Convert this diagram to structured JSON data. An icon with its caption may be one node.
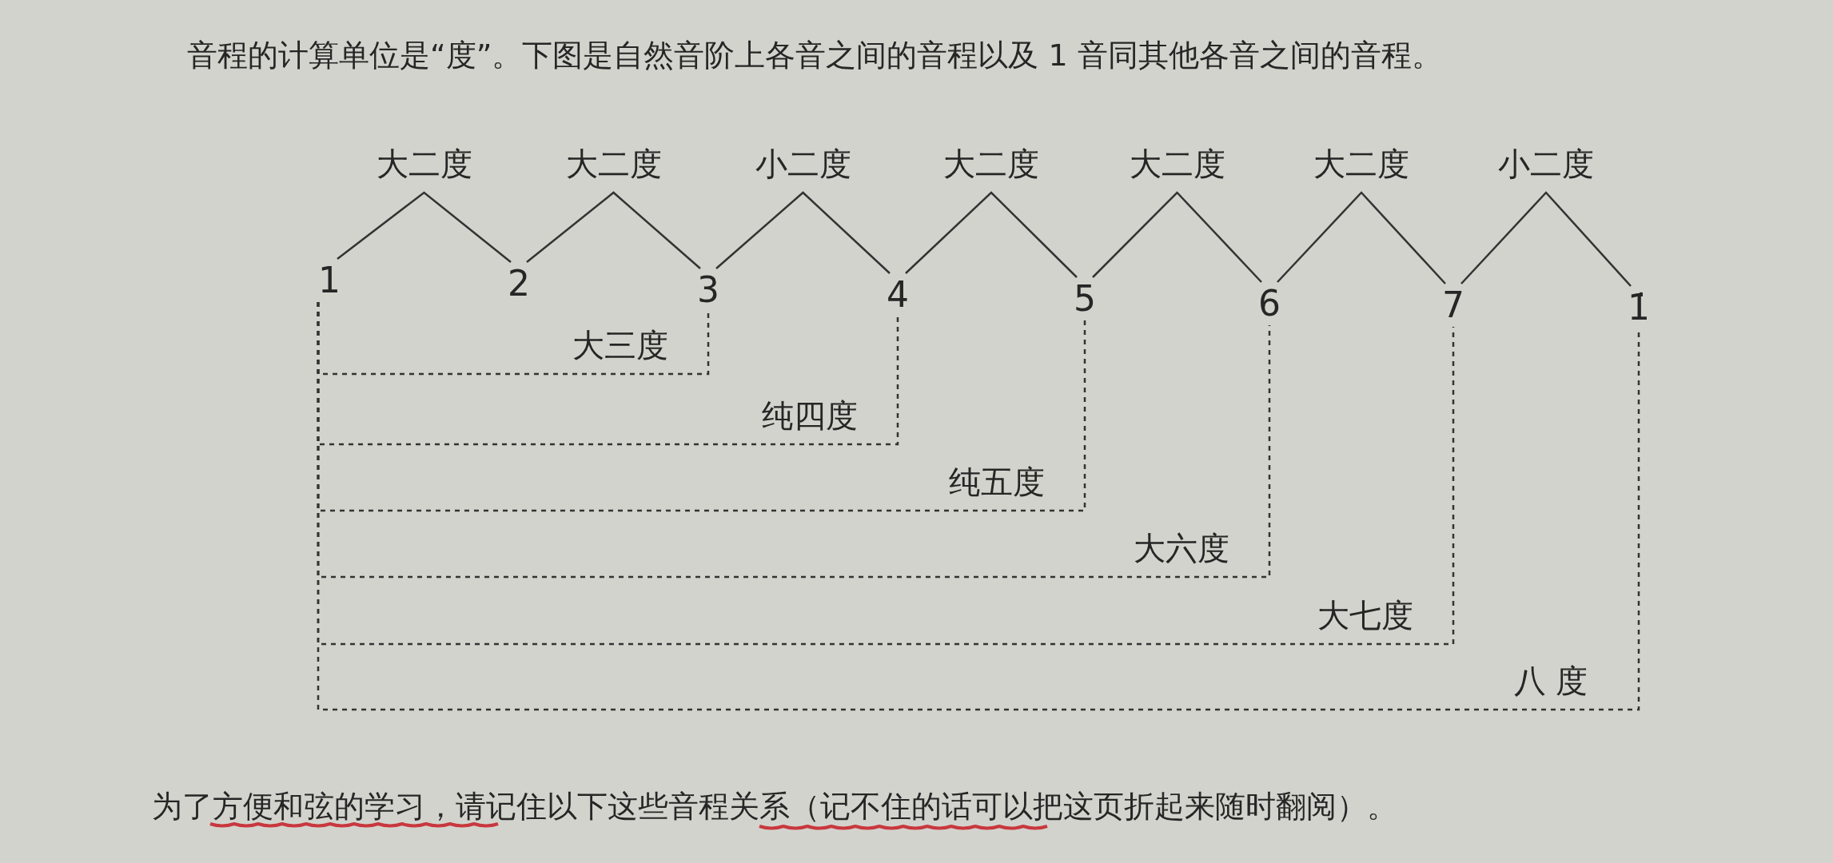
{
  "diagram": {
    "nodes": [
      {
        "text": [
          "1"
        ]
      },
      {
        "text": [
          "2"
        ]
      },
      {
        "text": [
          "3"
        ]
      },
      {
        "text": [
          "4"
        ]
      },
      {
        "text": [
          "5"
        ]
      },
      {
        "text": [
          "6"
        ]
      },
      {
        "text": [
          "7"
        ]
      },
      {
        "text": [
          "1̇"
        ]
      }
    ],
    "edges": [
      {
        "from": 0,
        "to": 1,
        "arrow": "none",
        "label": "大二度"
      },
      {
        "from": 1,
        "to": 2,
        "arrow": "none",
        "label": "大二度"
      },
      {
        "from": 2,
        "to": 3,
        "arrow": "none",
        "label": "小二度"
      },
      {
        "from": 3,
        "to": 4,
        "arrow": "none",
        "label": "大二度"
      },
      {
        "from": 4,
        "to": 5,
        "arrow": "none",
        "label": "大二度"
      },
      {
        "from": 5,
        "to": 6,
        "arrow": "none",
        "label": "大二度"
      },
      {
        "from": 6,
        "to": 7,
        "arrow": "none",
        "label": "小二度"
      },
      {
        "from": 0,
        "to": 2,
        "arrow": "none",
        "style": "dashed",
        "label": "大三度"
      },
      {
        "from": 0,
        "to": 3,
        "arrow": "none",
        "style": "dashed",
        "label": "纯四度"
      },
      {
        "from": 0,
        "to": 4,
        "arrow": "none",
        "style": "dashed",
        "label": "纯五度"
      },
      {
        "from": 0,
        "to": 5,
        "arrow": "none",
        "style": "dashed",
        "label": "大六度"
      },
      {
        "from": 0,
        "to": 6,
        "arrow": "none",
        "style": "dashed",
        "label": "大七度"
      },
      {
        "from": 0,
        "to": 7,
        "arrow": "none",
        "style": "dashed",
        "label": "八 度"
      }
    ],
    "labels": [
      "音程的计算单位是“度”。下图是自然音阶上各音之间的音程以及 1 音同其他各音之间的音程。",
      "为了方便和弦的学习，请记住以下这些音程关系（记不住的话可以把这页折起来随时翻阅）。"
    ]
  }
}
